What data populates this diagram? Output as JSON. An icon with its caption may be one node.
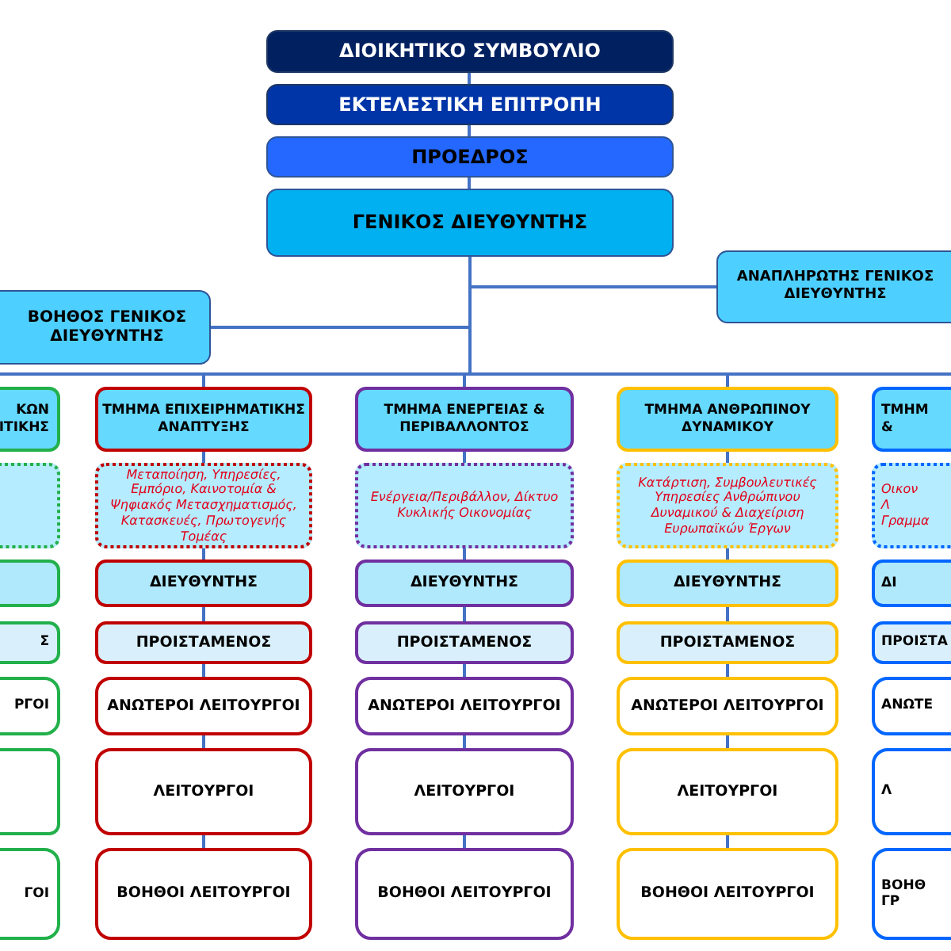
{
  "diagram": {
    "nodes": [
      {
        "text": [
          "ΔΙΟΙΚΗΤΙΚΟ ΣΥΜΒΟΥΛΙΟ"
        ]
      },
      {
        "text": [
          "ΕΚΤΕΛΕΣΤΙΚΗ ΕΠΙΤΡΟΠΗ"
        ]
      },
      {
        "text": [
          "ΠΡΟΕΔΡΟΣ"
        ]
      },
      {
        "text": [
          "ΓΕΝΙΚΟΣ ΔΙΕΥΘΥΝΤΗΣ"
        ]
      },
      {
        "text": [
          "ΑΝΑΠΛΗΡΩΤΗΣ ΓΕΝΙΚΟΣ ΔΙΕΥΘΥΝΤΗΣ"
        ]
      },
      {
        "text": [
          "ΒΟΗΘΟΣ ΓΕΝΙΚΟΣ ΔΙΕΥΘΥΝΤΗΣ"
        ]
      },
      {
        "text": [
          "ΚΩΝ",
          "ΙΤΙΚΗΣ"
        ]
      },
      {
        "text": [],
        "shape": "box"
      },
      {
        "text": [],
        "shape": "box"
      },
      {
        "text": [
          "Σ"
        ]
      },
      {
        "text": [
          "ΡΓΟΙ"
        ]
      },
      {
        "text": [],
        "shape": "box"
      },
      {
        "text": [
          "ΓΟΙ"
        ]
      },
      {
        "text": [
          "ΤΜΗΜΑ ΕΠΙΧΕΙΡΗΜΑΤΙΚΗΣ ΑΝΑΠΤΥΞΗΣ"
        ]
      },
      {
        "text": [
          "Μεταποίηση, Υπηρεσίες, Εμπόριο, Καινοτομία & Ψηφιακός Μετασχηματισμός, Κατασκευές, Πρωτογενής Τομέας"
        ]
      },
      {
        "text": [
          "ΔΙΕΥΘΥΝΤΗΣ"
        ]
      },
      {
        "text": [
          "ΠΡΟΙΣΤΑΜΕΝΟΣ"
        ]
      },
      {
        "text": [
          "ΑΝΩΤΕΡΟΙ ΛΕΙΤΟΥΡΓΟΙ"
        ]
      },
      {
        "text": [
          "ΛΕΙΤΟΥΡΓΟΙ"
        ]
      },
      {
        "text": [
          "ΒΟΗΘΟΙ ΛΕΙΤΟΥΡΓΟΙ"
        ]
      },
      {
        "text": [
          "ΤΜΗΜΑ ΕΝΕΡΓΕΙΑΣ & ΠΕΡΙΒΑΛΛΟΝΤΟΣ"
        ]
      },
      {
        "text": [
          "Ενέργεια/Περιβάλλον, Δίκτυο Κυκλικής Οικονομίας"
        ]
      },
      {
        "text": [
          "ΔΙΕΥΘΥΝΤΗΣ"
        ]
      },
      {
        "text": [
          "ΠΡΟΙΣΤΑΜΕΝΟΣ"
        ]
      },
      {
        "text": [
          "ΑΝΩΤΕΡΟΙ ΛΕΙΤΟΥΡΓΟΙ"
        ]
      },
      {
        "text": [
          "ΛΕΙΤΟΥΡΓΟΙ"
        ]
      },
      {
        "text": [
          "ΒΟΗΘΟΙ ΛΕΙΤΟΥΡΓΟΙ"
        ]
      },
      {
        "text": [
          "ΤΜΗΜΑ ΑΝΘΡΩΠΙΝΟΥ ΔΥΝΑΜΙΚΟΥ"
        ]
      },
      {
        "text": [
          "Κατάρτιση, Συμβουλευτικές Υπηρεσίες Ανθρώπινου Δυναμικού & Διαχείριση Ευρωπαϊκών Έργων"
        ]
      },
      {
        "text": [
          "ΔΙΕΥΘΥΝΤΗΣ"
        ]
      },
      {
        "text": [
          "ΠΡΟΙΣΤΑΜΕΝΟΣ"
        ]
      },
      {
        "text": [
          "ΑΝΩΤΕΡΟΙ ΛΕΙΤΟΥΡΓΟΙ"
        ]
      },
      {
        "text": [
          "ΛΕΙΤΟΥΡΓΟΙ"
        ]
      },
      {
        "text": [
          "ΒΟΗΘΟΙ ΛΕΙΤΟΥΡΓΟΙ"
        ]
      },
      {
        "text": [
          "ΤΜΗΜ",
          "&"
        ]
      },
      {
        "text": [
          "Οικον",
          "Λ",
          "Γραμμα"
        ]
      },
      {
        "text": [
          "ΔΙ"
        ]
      },
      {
        "text": [
          "ΠΡΟΙΣΤΑ"
        ]
      },
      {
        "text": [
          "ΑΝΩΤΕ"
        ]
      },
      {
        "text": [
          "Λ"
        ]
      },
      {
        "text": [
          "ΒΟΗΘ",
          "ΓΡ"
        ]
      }
    ],
    "edges": [
      {
        "from": 0,
        "to": 1,
        "arrow": "none"
      },
      {
        "from": 1,
        "to": 2,
        "arrow": "none"
      },
      {
        "from": 2,
        "to": 3,
        "arrow": "none"
      },
      {
        "from": 3,
        "to": 4,
        "arrow": "none"
      },
      {
        "from": 3,
        "to": 5,
        "arrow": "none"
      },
      {
        "from": 3,
        "to": 6,
        "arrow": "none"
      },
      {
        "from": 3,
        "to": 13,
        "arrow": "none"
      },
      {
        "from": 3,
        "to": 20,
        "arrow": "none"
      },
      {
        "from": 3,
        "to": 27,
        "arrow": "none"
      },
      {
        "from": 3,
        "to": 34,
        "arrow": "none"
      },
      {
        "from": 13,
        "to": 14,
        "arrow": "none"
      },
      {
        "from": 14,
        "to": 15,
        "arrow": "none"
      },
      {
        "from": 15,
        "to": 16,
        "arrow": "none"
      },
      {
        "from": 16,
        "to": 17,
        "arrow": "none"
      },
      {
        "from": 17,
        "to": 18,
        "arrow": "none"
      },
      {
        "from": 18,
        "to": 19,
        "arrow": "none"
      },
      {
        "from": 20,
        "to": 21,
        "arrow": "none"
      },
      {
        "from": 21,
        "to": 22,
        "arrow": "none"
      },
      {
        "from": 22,
        "to": 23,
        "arrow": "none"
      },
      {
        "from": 23,
        "to": 24,
        "arrow": "none"
      },
      {
        "from": 24,
        "to": 25,
        "arrow": "none"
      },
      {
        "from": 25,
        "to": 26,
        "arrow": "none"
      },
      {
        "from": 27,
        "to": 28,
        "arrow": "none"
      },
      {
        "from": 28,
        "to": 29,
        "arrow": "none"
      },
      {
        "from": 29,
        "to": 30,
        "arrow": "none"
      },
      {
        "from": 30,
        "to": 31,
        "arrow": "none"
      },
      {
        "from": 31,
        "to": 32,
        "arrow": "none"
      },
      {
        "from": 32,
        "to": 33,
        "arrow": "none"
      }
    ]
  }
}
